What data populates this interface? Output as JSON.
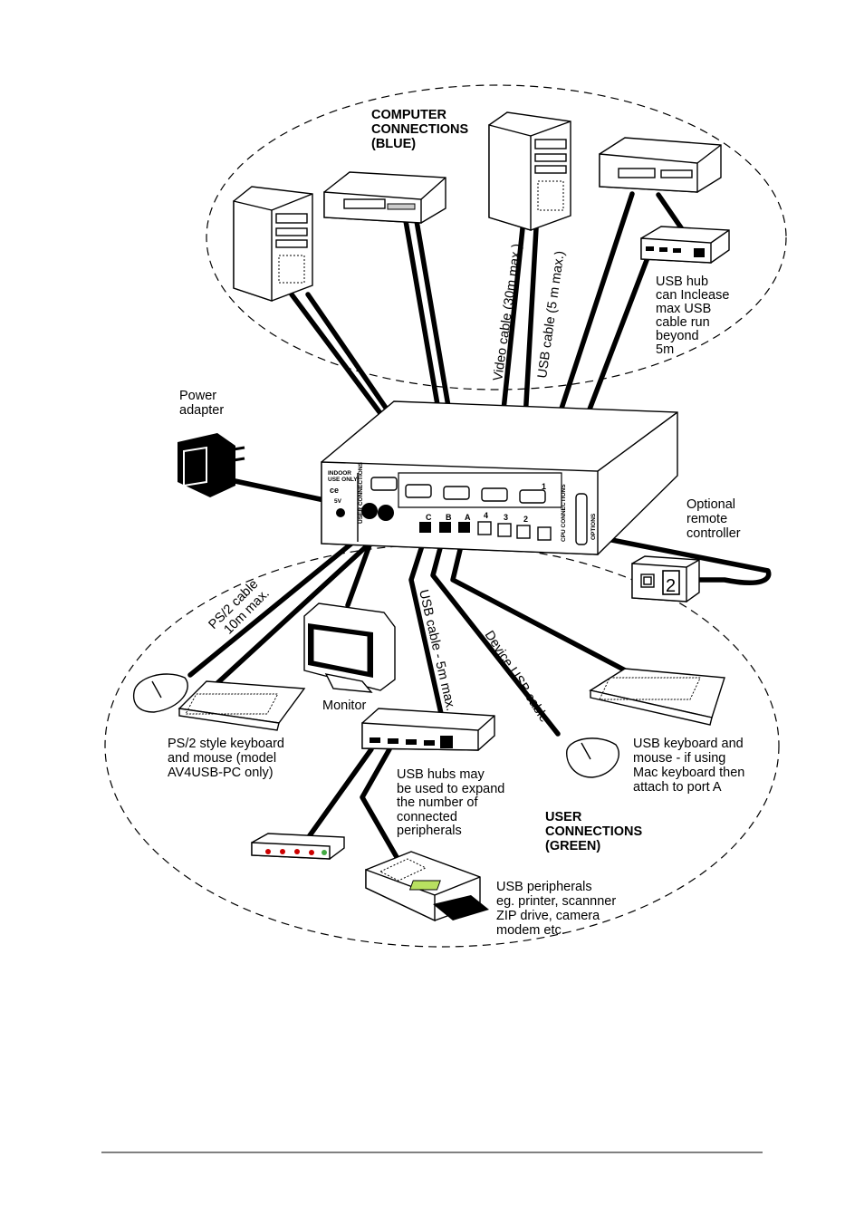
{
  "groups": {
    "computer": [
      "COMPUTER",
      "CONNECTIONS",
      "(BLUE)"
    ],
    "user": [
      "USER",
      "CONNECTIONS",
      "(GREEN)"
    ]
  },
  "cables": {
    "video": "Video cable (30m max.)",
    "usb_computer": "USB cable (5 m max.)",
    "usb_user": "USB cable - 5m max.",
    "device_usb": "Device USB cable",
    "ps2": [
      "PS/2 cable",
      "10m max."
    ]
  },
  "labels": {
    "usb_hub_note": [
      "USB hub",
      "can Inclease",
      "max USB",
      "cable run",
      "beyond",
      "5m"
    ],
    "power_adapter": [
      "Power",
      "adapter"
    ],
    "remote": [
      "Optional",
      "remote",
      "controller"
    ],
    "monitor": "Monitor",
    "ps2_keyboard": [
      "PS/2 style keyboard",
      "and mouse (model",
      "AV4USB-PC only)"
    ],
    "usb_keyboard": [
      "USB keyboard and",
      "mouse - if using",
      "Mac keyboard then",
      "attach to port A"
    ],
    "usb_hubs_expand": [
      "USB hubs may",
      "be used to expand",
      "the number of",
      "connected",
      "peripherals"
    ],
    "usb_peripherals": [
      "USB peripherals",
      "eg. printer, scannner",
      "ZIP drive, camera",
      "modem etc."
    ]
  },
  "switch_panel": {
    "indoor": [
      "INDOOR",
      "USE ONLY"
    ],
    "ce": "ce",
    "volts": "5V",
    "user_connections": "USER CONNECTIONS",
    "cpu_connections": "CPU CONNECTIONS",
    "options": "OPTIONS",
    "ports_user": [
      "C",
      "B",
      "A"
    ],
    "ports_cpu": [
      "4",
      "3",
      "2",
      "1"
    ]
  },
  "remote_display": "2"
}
